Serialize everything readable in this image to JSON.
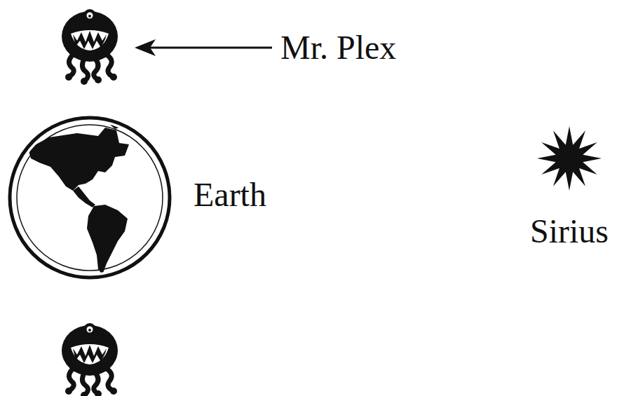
{
  "diagram": {
    "labels": [
      "Mr. Plex",
      "Earth",
      "Sirius"
    ]
  }
}
